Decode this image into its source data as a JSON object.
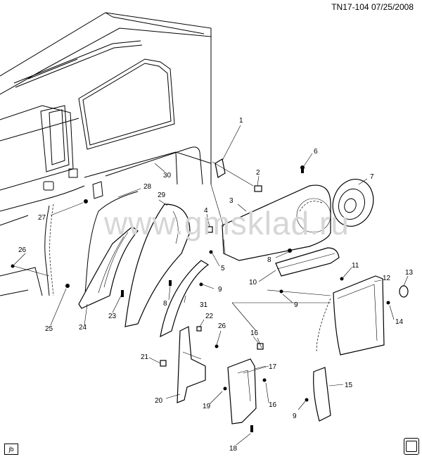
{
  "header": {
    "code": "TN17-104",
    "date": "07/25/2008"
  },
  "watermark": "www.gmsklad.ru",
  "corner_label": "jb",
  "callouts": [
    "1",
    "2",
    "3",
    "4",
    "5",
    "6",
    "7",
    "8",
    "9",
    "10",
    "11",
    "12",
    "13",
    "14",
    "15",
    "16",
    "17",
    "18",
    "19",
    "20",
    "21",
    "22",
    "23",
    "24",
    "25",
    "26",
    "27",
    "28",
    "29",
    "30",
    "31"
  ],
  "labels": [
    {
      "id": "l1",
      "text": "1"
    },
    {
      "id": "l2",
      "text": "2"
    },
    {
      "id": "l3",
      "text": "3"
    },
    {
      "id": "l4",
      "text": "4"
    },
    {
      "id": "l5",
      "text": "5"
    },
    {
      "id": "l6",
      "text": "6"
    },
    {
      "id": "l7",
      "text": "7"
    },
    {
      "id": "l8a",
      "text": "8"
    },
    {
      "id": "l8b",
      "text": "8"
    },
    {
      "id": "l9a",
      "text": "9"
    },
    {
      "id": "l9b",
      "text": "9"
    },
    {
      "id": "l9c",
      "text": "9"
    },
    {
      "id": "l10",
      "text": "10"
    },
    {
      "id": "l11",
      "text": "11"
    },
    {
      "id": "l12",
      "text": "12"
    },
    {
      "id": "l13",
      "text": "13"
    },
    {
      "id": "l14",
      "text": "14"
    },
    {
      "id": "l15",
      "text": "15"
    },
    {
      "id": "l16a",
      "text": "16"
    },
    {
      "id": "l16b",
      "text": "16"
    },
    {
      "id": "l17",
      "text": "17"
    },
    {
      "id": "l18",
      "text": "18"
    },
    {
      "id": "l19",
      "text": "19"
    },
    {
      "id": "l20",
      "text": "20"
    },
    {
      "id": "l21",
      "text": "21"
    },
    {
      "id": "l22",
      "text": "22"
    },
    {
      "id": "l23",
      "text": "23"
    },
    {
      "id": "l24",
      "text": "24"
    },
    {
      "id": "l25",
      "text": "25"
    },
    {
      "id": "l26a",
      "text": "26"
    },
    {
      "id": "l26b",
      "text": "26"
    },
    {
      "id": "l27",
      "text": "27"
    },
    {
      "id": "l28",
      "text": "28"
    },
    {
      "id": "l29",
      "text": "29"
    },
    {
      "id": "l30",
      "text": "30"
    },
    {
      "id": "l31",
      "text": "31"
    }
  ]
}
